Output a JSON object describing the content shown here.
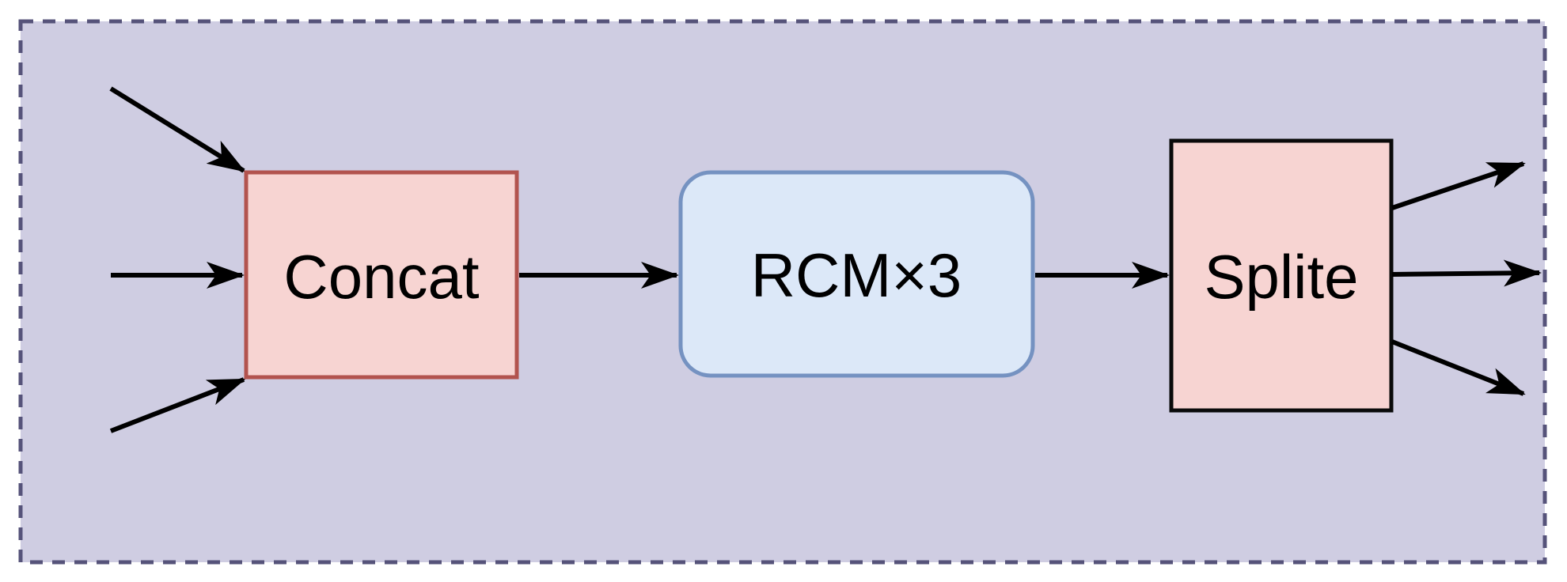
{
  "colors": {
    "page_bg": "#ffffff",
    "panel_bg": "#cfcde2",
    "panel_border": "#56537a",
    "pink_fill": "#f7d4d2",
    "pink_border": "#b2534e",
    "blue_fill": "#dce8f8",
    "blue_border": "#7592c1",
    "dark_border": "#0a0a0a",
    "arrow": "#000000",
    "label_text": "#000000"
  },
  "diagram": {
    "nodes": [
      {
        "id": "concat",
        "label": "Concat",
        "shape": "rectangle",
        "style": "pink-red-border"
      },
      {
        "id": "rcm",
        "label": "RCM×3",
        "shape": "rounded-rectangle",
        "style": "blue"
      },
      {
        "id": "splite",
        "label": "Splite",
        "shape": "rectangle",
        "style": "pink-black-border"
      }
    ],
    "edges": [
      {
        "from": "input-1",
        "to": "concat"
      },
      {
        "from": "input-2",
        "to": "concat"
      },
      {
        "from": "input-3",
        "to": "concat"
      },
      {
        "from": "concat",
        "to": "rcm"
      },
      {
        "from": "rcm",
        "to": "splite"
      },
      {
        "from": "splite",
        "to": "output-1"
      },
      {
        "from": "splite",
        "to": "output-2"
      },
      {
        "from": "splite",
        "to": "output-3"
      }
    ]
  }
}
